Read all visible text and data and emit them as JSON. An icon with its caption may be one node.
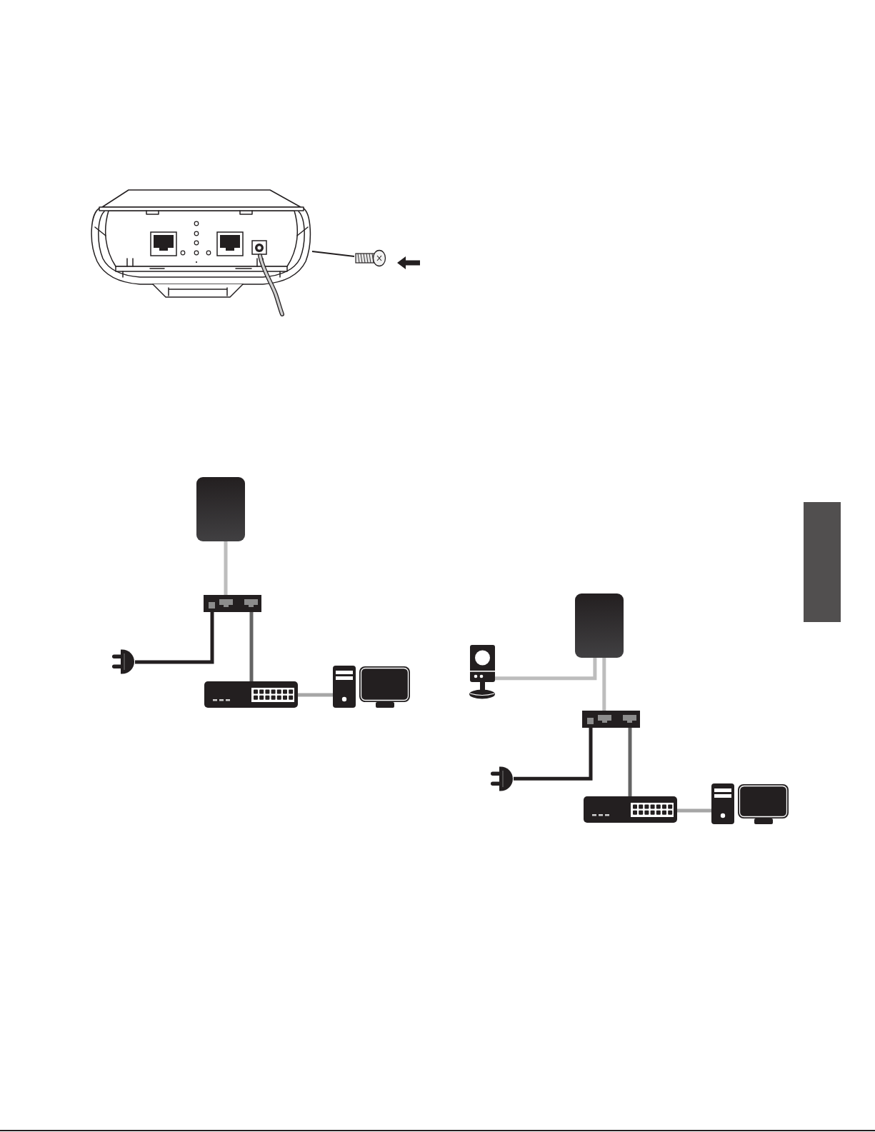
{
  "diagram": {
    "nodes": [
      {
        "text": [],
        "shape": "picture"
      },
      {
        "text": [],
        "shape": "picture"
      },
      {
        "text": [],
        "shape": "picture"
      },
      {
        "text": [],
        "shape": "picture"
      },
      {
        "text": [],
        "shape": "picture"
      },
      {
        "text": [],
        "shape": "picture"
      },
      {
        "text": [],
        "shape": "picture"
      },
      {
        "text": [],
        "shape": "picture"
      },
      {
        "text": [],
        "shape": "picture"
      },
      {
        "text": [],
        "shape": "picture"
      },
      {
        "text": [],
        "shape": "picture"
      },
      {
        "text": [],
        "shape": "picture"
      },
      {
        "text": [],
        "shape": "picture"
      },
      {
        "text": [],
        "shape": "box"
      }
    ],
    "edges": [
      {
        "from": 0,
        "to": 1,
        "arrow": "none",
        "color": "#231f20"
      },
      {
        "from": 2,
        "to": 3,
        "arrow": "none",
        "color": "#bdbdbd"
      },
      {
        "from": 3,
        "to": 4,
        "arrow": "none",
        "color": "#231f20"
      },
      {
        "from": 3,
        "to": 5,
        "arrow": "none",
        "color": "#646464"
      },
      {
        "from": 5,
        "to": 6,
        "arrow": "none",
        "color": "#a6a6a6"
      },
      {
        "from": 7,
        "to": 8,
        "arrow": "none",
        "color": "#bdbdbd"
      },
      {
        "from": 7,
        "to": 9,
        "arrow": "none",
        "color": "#bdbdbd"
      },
      {
        "from": 9,
        "to": 10,
        "arrow": "none",
        "color": "#231f20"
      },
      {
        "from": 9,
        "to": 11,
        "arrow": "none",
        "color": "#646464"
      },
      {
        "from": 11,
        "to": 12,
        "arrow": "none",
        "color": "#a6a6a6"
      }
    ]
  }
}
